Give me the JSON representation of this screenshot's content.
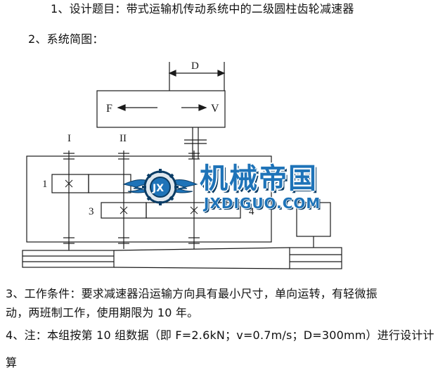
{
  "text": {
    "line1": "1、设计题目：带式运输机传动系统中的二级圆柱齿轮减速器",
    "line2": "2、系统简图：",
    "line3a": "3、工作条件：要求减速器沿运输方向具有最小尺寸，单向运转，有轻微振",
    "line3b": "动，两班制工作，使用期限为 10 年。",
    "line4a": "4、注：本组按第 10 组数据（即 F=2.6kN；v=0.7m/s；D=300mm）进行设计计",
    "line4b": "算"
  },
  "diagram": {
    "label_d": "D",
    "label_f": "F",
    "label_v": "V",
    "shaft_1": "I",
    "shaft_2": "II",
    "gear_1": "1",
    "gear_3": "3",
    "gear_4": "4"
  },
  "watermark": {
    "title": "机械帝国",
    "subtitle": "JXDIGUO.COM",
    "emblem": "JX",
    "colors": {
      "blue": "#1e73b8",
      "dark": "#0b3d66"
    }
  }
}
